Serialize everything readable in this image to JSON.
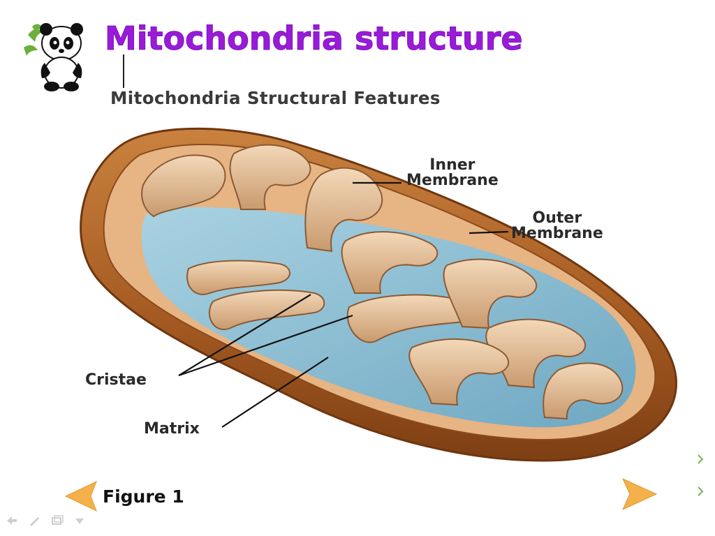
{
  "slide": {
    "title": "Mitochondria structure",
    "title_color": "#9a1bd6"
  },
  "figure": {
    "heading": "Mitochondria Structural Features",
    "caption": "Figure 1",
    "labels": {
      "inner_membrane_line1": "Inner",
      "inner_membrane_line2": "Membrane",
      "outer_membrane_line1": "Outer",
      "outer_membrane_line2": "Membrane",
      "cristae": "Cristae",
      "matrix": "Matrix"
    }
  },
  "colors": {
    "outer_membrane": "#b5692b",
    "inner_membrane": "#e8c39a",
    "matrix": "#7fb4cc",
    "nav_arrow": "#f4b04a"
  },
  "icons": {
    "decor": "panda-icon",
    "prev": "arrow-left-icon",
    "next": "arrow-right-icon",
    "tools": [
      "back-icon",
      "pen-icon",
      "slides-icon",
      "menu-icon"
    ]
  }
}
